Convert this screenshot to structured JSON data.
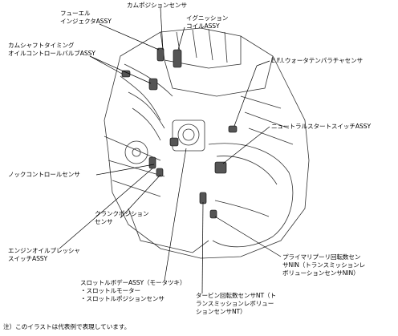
{
  "labels": {
    "fuel_injector": "フューエル\nインジェクタASSY",
    "cam_position_sensor": "カムポジションセンサ",
    "ignition_coil": "イグニッション\nコイルASSY",
    "camshaft_timing_valve": "カムシャフトタイミング\nオイルコントロールバルブASSY",
    "efi_water_temp_sensor": "E.F.I.ウォータテンパラチャセンサ",
    "neutral_start_switch": "ニュートラルスタートスイッチASSY",
    "knock_control_sensor": "ノックコントロールセンサ",
    "crank_position_sensor": "クランクポジション\nセンサ",
    "engine_oil_pressure_switch": "エンジンオイルプレッシャ\nスイッチASSY",
    "primary_pulley_speed_sensor": "プライマリプーリ回転数セン\nサNIN（トランスミッションレ\nボリューションセンサNIN）",
    "throttle_body": "スロットルボデーASSY（モータツキ）\n・スロットルモーター\n・スロットルポジションセンサ",
    "turbine_speed_sensor": "タービン回転数センサNT（ト\nランスミッションレボリュー\nションセンサNT）"
  },
  "footnote": "注）このイラストは代表例で表現しています。"
}
